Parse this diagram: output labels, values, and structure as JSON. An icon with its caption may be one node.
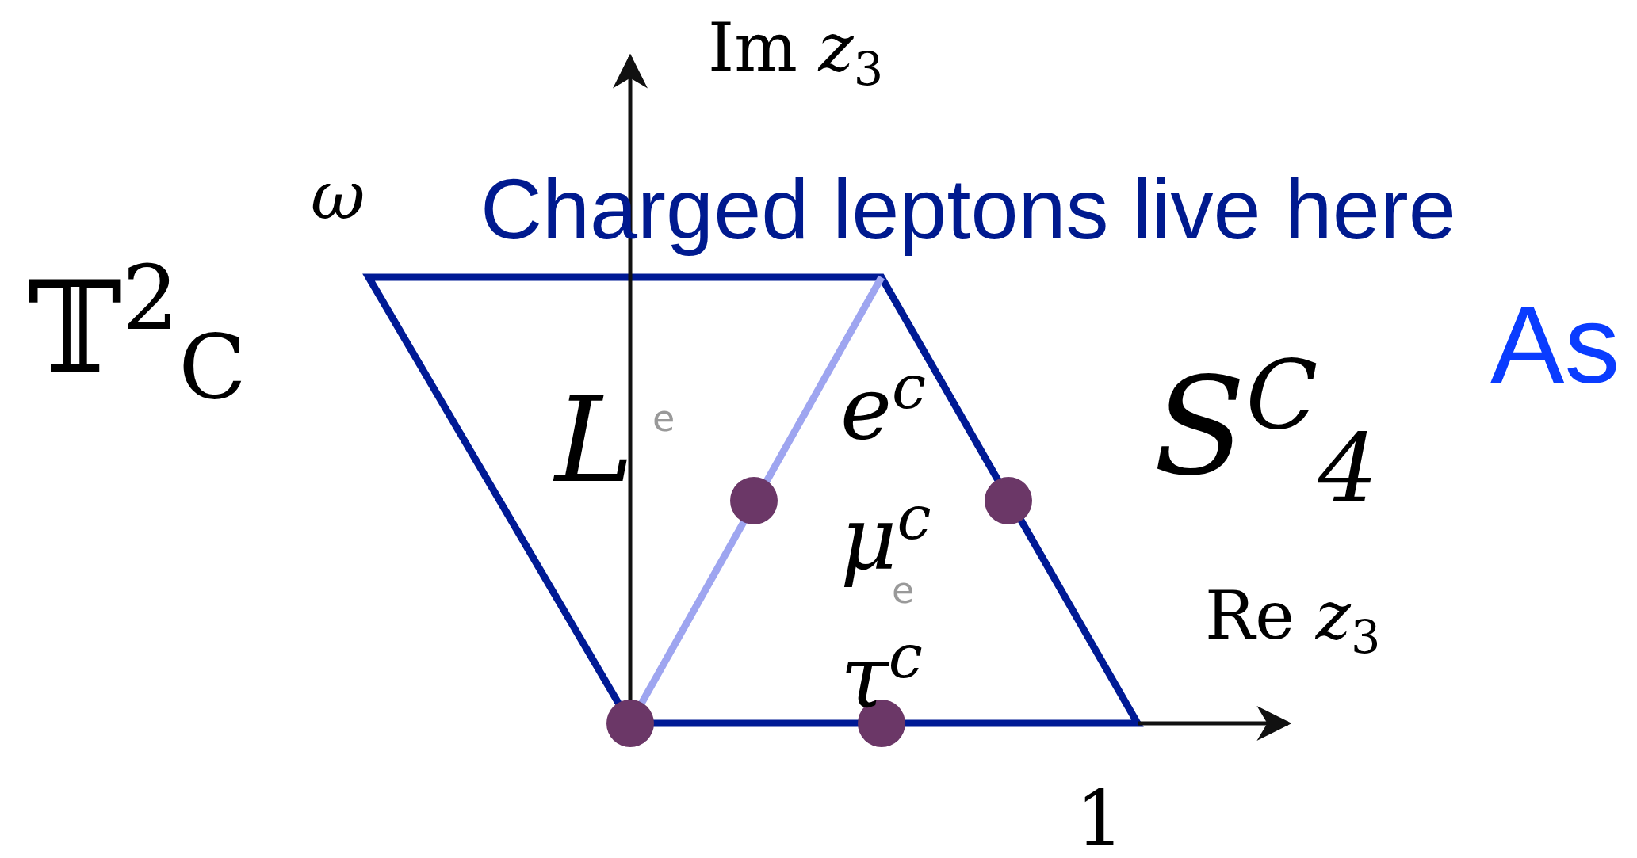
{
  "diagram": {
    "labels": [
      "Im *z*$_{3}$",
      "ω",
      "Charged leptons live here",
      "𝕋$^{2}$$_{C}$",
      "As",
      "L",
      "e",
      "e$^{c}$",
      "μ$^{c}$",
      "e",
      "τ$^{c}$",
      "S$^{C}$$_{4}$",
      "Re *z*$_{3}$",
      "1"
    ]
  }
}
